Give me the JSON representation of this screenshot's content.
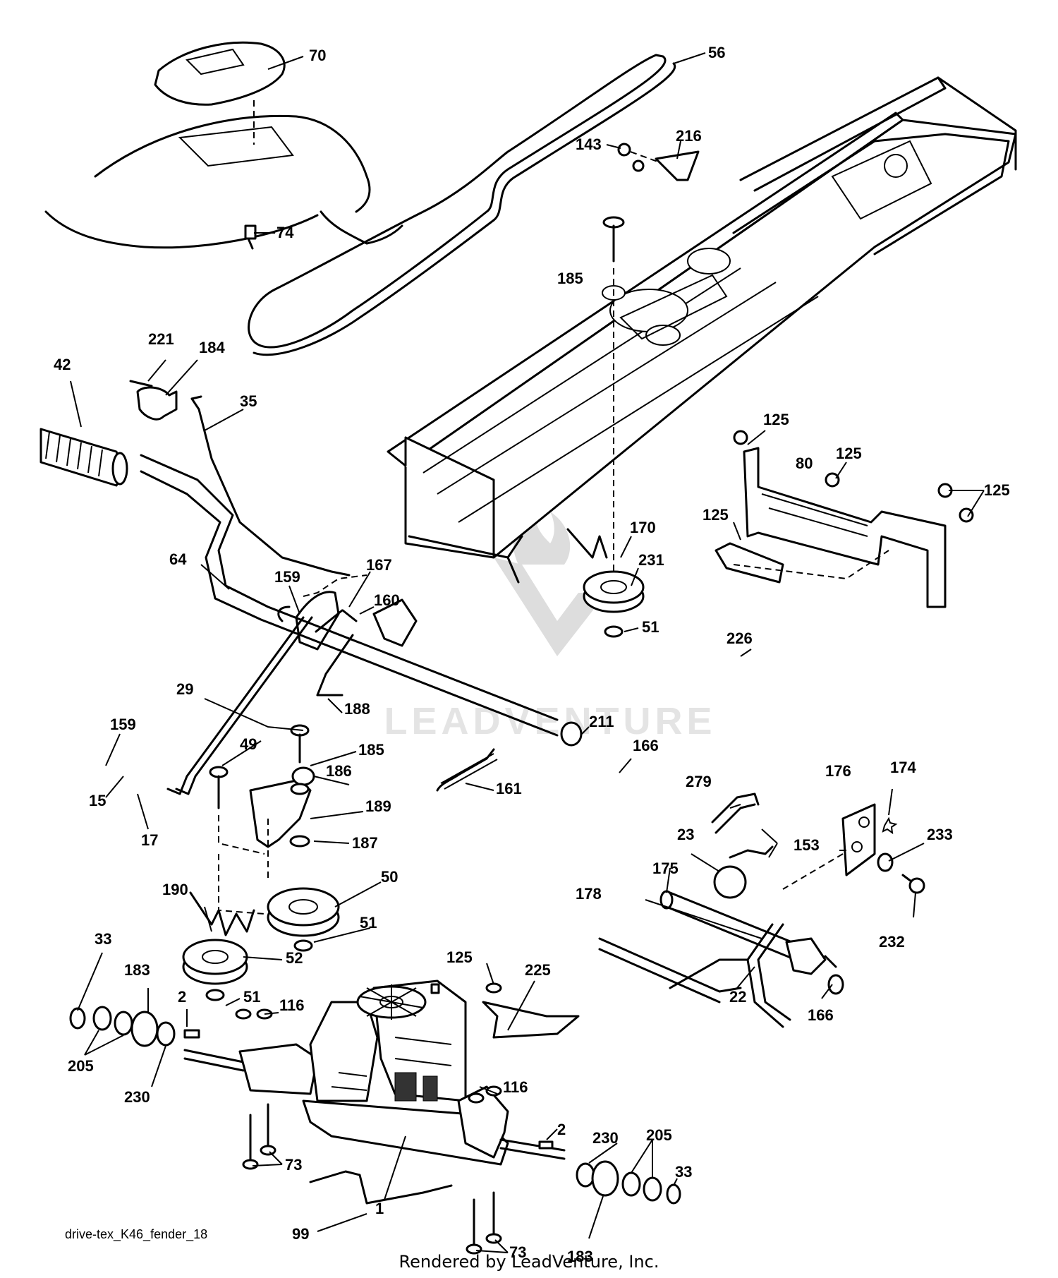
{
  "diagram": {
    "callouts": [
      "70",
      "56",
      "143",
      "216",
      "74",
      "185",
      "221",
      "184",
      "42",
      "35",
      "125",
      "125",
      "80",
      "125",
      "125",
      "170",
      "231",
      "64",
      "159",
      "167",
      "160",
      "51",
      "226",
      "29",
      "188",
      "211",
      "166",
      "159",
      "185",
      "186",
      "49",
      "15",
      "161",
      "17",
      "189",
      "187",
      "279",
      "176",
      "174",
      "233",
      "23",
      "153",
      "175",
      "178",
      "190",
      "50",
      "33",
      "51",
      "183",
      "52",
      "232",
      "125",
      "225",
      "2",
      "51",
      "116",
      "22",
      "166",
      "205",
      "230",
      "116",
      "2",
      "230",
      "205",
      "73",
      "33",
      "1",
      "99",
      "73",
      "183"
    ],
    "caption": "drive-tex_K46_fender_18",
    "rendered_by": "Rendered by LeadVenture, Inc.",
    "watermark": "LEADVENTURE"
  }
}
